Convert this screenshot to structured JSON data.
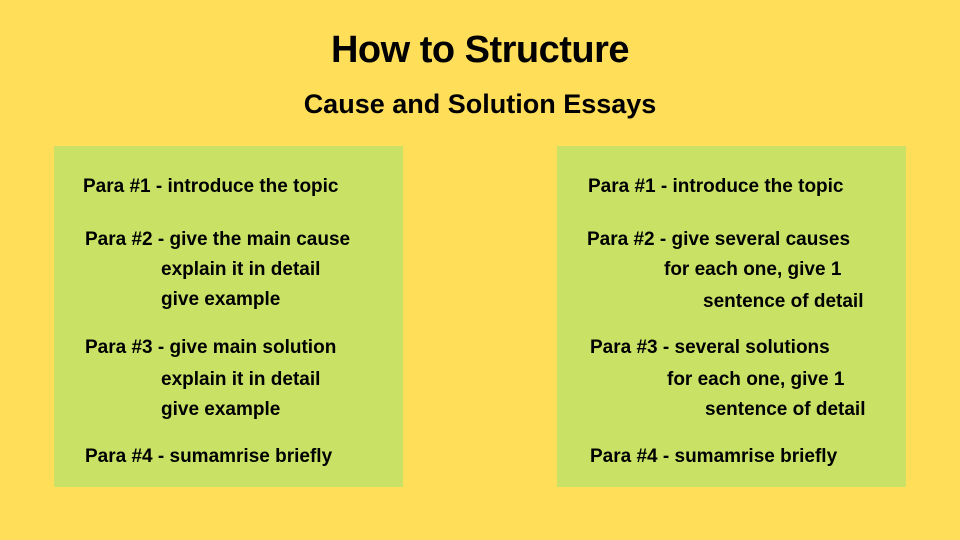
{
  "title": "How to Structure",
  "subtitle": "Cause and Solution Essays",
  "colors": {
    "background": "#FFDE59",
    "box": "#C9E265",
    "text": "#000000"
  },
  "left_box": {
    "lines": [
      "Para #1 - introduce the topic",
      "Para #2 - give the main cause",
      "explain it in detail",
      "give example",
      "Para #3 - give main solution",
      "explain it in detail",
      "give example",
      "Para #4 - sumamrise briefly"
    ]
  },
  "right_box": {
    "lines": [
      "Para #1 - introduce the topic",
      "Para #2 - give several causes",
      "for each one, give 1",
      "sentence of detail",
      "Para #3 - several solutions",
      "for each one, give 1",
      "sentence of detail",
      "Para #4 - sumamrise briefly"
    ]
  }
}
